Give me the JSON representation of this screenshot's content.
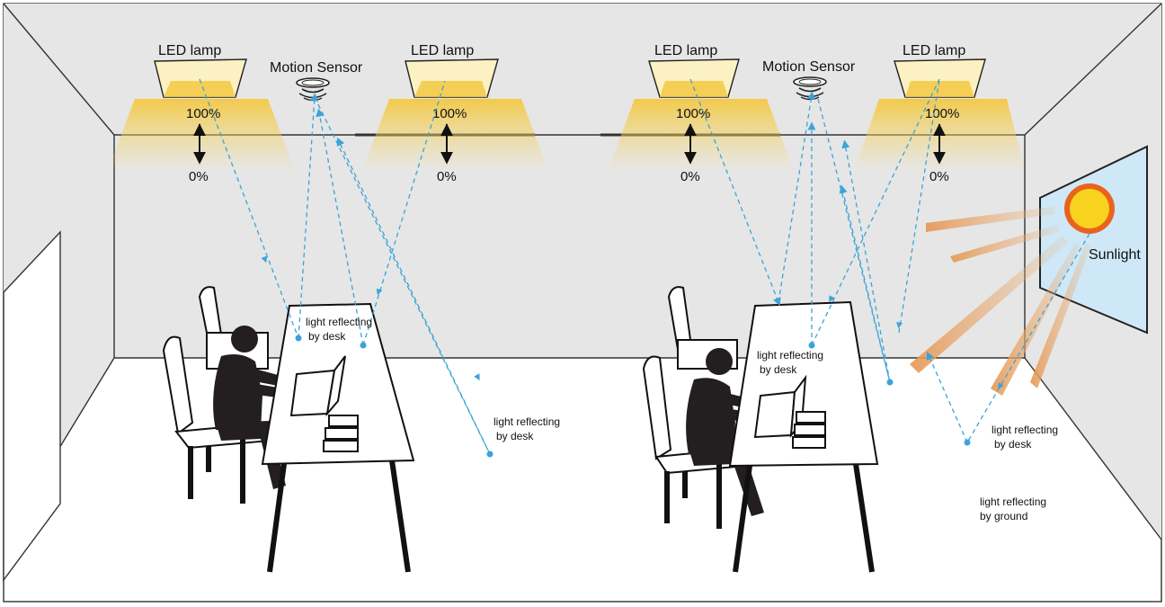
{
  "labels": {
    "lamp_1": "LED lamp",
    "lamp_2": "LED lamp",
    "lamp_3": "LED lamp",
    "lamp_4": "LED lamp",
    "sensor_1": "Motion Sensor",
    "sensor_2": "Motion Sensor",
    "sunlight": "Sunlight"
  },
  "dimming": {
    "lamp_1": {
      "max": "100%",
      "min": "0%"
    },
    "lamp_2": {
      "max": "100%",
      "min": "0%"
    },
    "lamp_3": {
      "max": "100%",
      "min": "0%"
    },
    "lamp_4": {
      "max": "100%",
      "min": "0%"
    }
  },
  "reflections": {
    "desk_1": [
      "light reflecting",
      "by desk"
    ],
    "desk_2": [
      "light reflecting",
      "by desk"
    ],
    "desk_3": [
      "light reflecting",
      "by desk"
    ],
    "desk_4": [
      "light reflecting",
      "by desk"
    ],
    "ground": [
      "light reflecting",
      "by ground"
    ]
  },
  "colors": {
    "wall": "#e6e6e6",
    "floor": "#ffffff",
    "lamp_glow": "#f6d66a",
    "ray": "#3ba3d9",
    "sun_core": "#f7d21e",
    "sun_ring": "#e8641c",
    "sun_beams": "#eab07a",
    "window": "#cfe8f7"
  }
}
